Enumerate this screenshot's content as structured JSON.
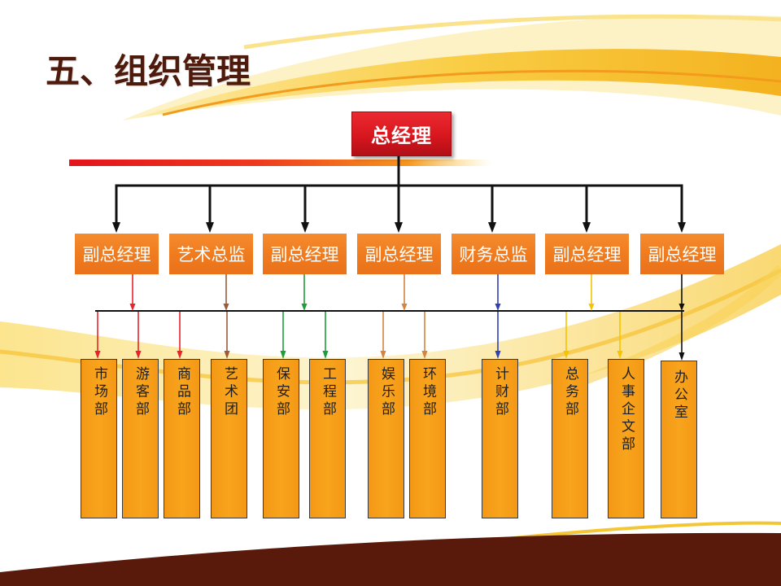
{
  "slide": {
    "title": "五、组织管理"
  },
  "colors": {
    "title_text": "#4e1a0c",
    "root_node": "#d8161e",
    "level2_node": "#f07c1f",
    "level3_node": "#f8a41c",
    "connector": "#111111",
    "bottom_band": "#5a1a0b",
    "accent_gold": "#f5c634"
  },
  "org_chart": {
    "root": {
      "label": "总经理"
    },
    "level2": [
      {
        "label": "副总经理",
        "line_color": "#e8232b"
      },
      {
        "label": "艺术总监",
        "line_color": "#9c5a36"
      },
      {
        "label": "副总经理",
        "line_color": "#1e9e3a"
      },
      {
        "label": "副总经理",
        "line_color": "#d4843c"
      },
      {
        "label": "财务总监",
        "line_color": "#3040b0"
      },
      {
        "label": "副总经理",
        "line_color": "#f5c400"
      },
      {
        "label": "副总经理",
        "line_color": "#111111"
      }
    ],
    "level3": [
      {
        "label": "市场部",
        "parent": 0
      },
      {
        "label": "游客部",
        "parent": 0
      },
      {
        "label": "商品部",
        "parent": 0
      },
      {
        "label": "艺术团",
        "parent": 1
      },
      {
        "label": "保安部",
        "parent": 2
      },
      {
        "label": "工程部",
        "parent": 2
      },
      {
        "label": "娱乐部",
        "parent": 3
      },
      {
        "label": "环境部",
        "parent": 3
      },
      {
        "label": "计财部",
        "parent": 4
      },
      {
        "label": "总务部",
        "parent": 5
      },
      {
        "label": "人事企文部",
        "parent": 5
      },
      {
        "label": "办公室",
        "parent": 6
      }
    ]
  }
}
